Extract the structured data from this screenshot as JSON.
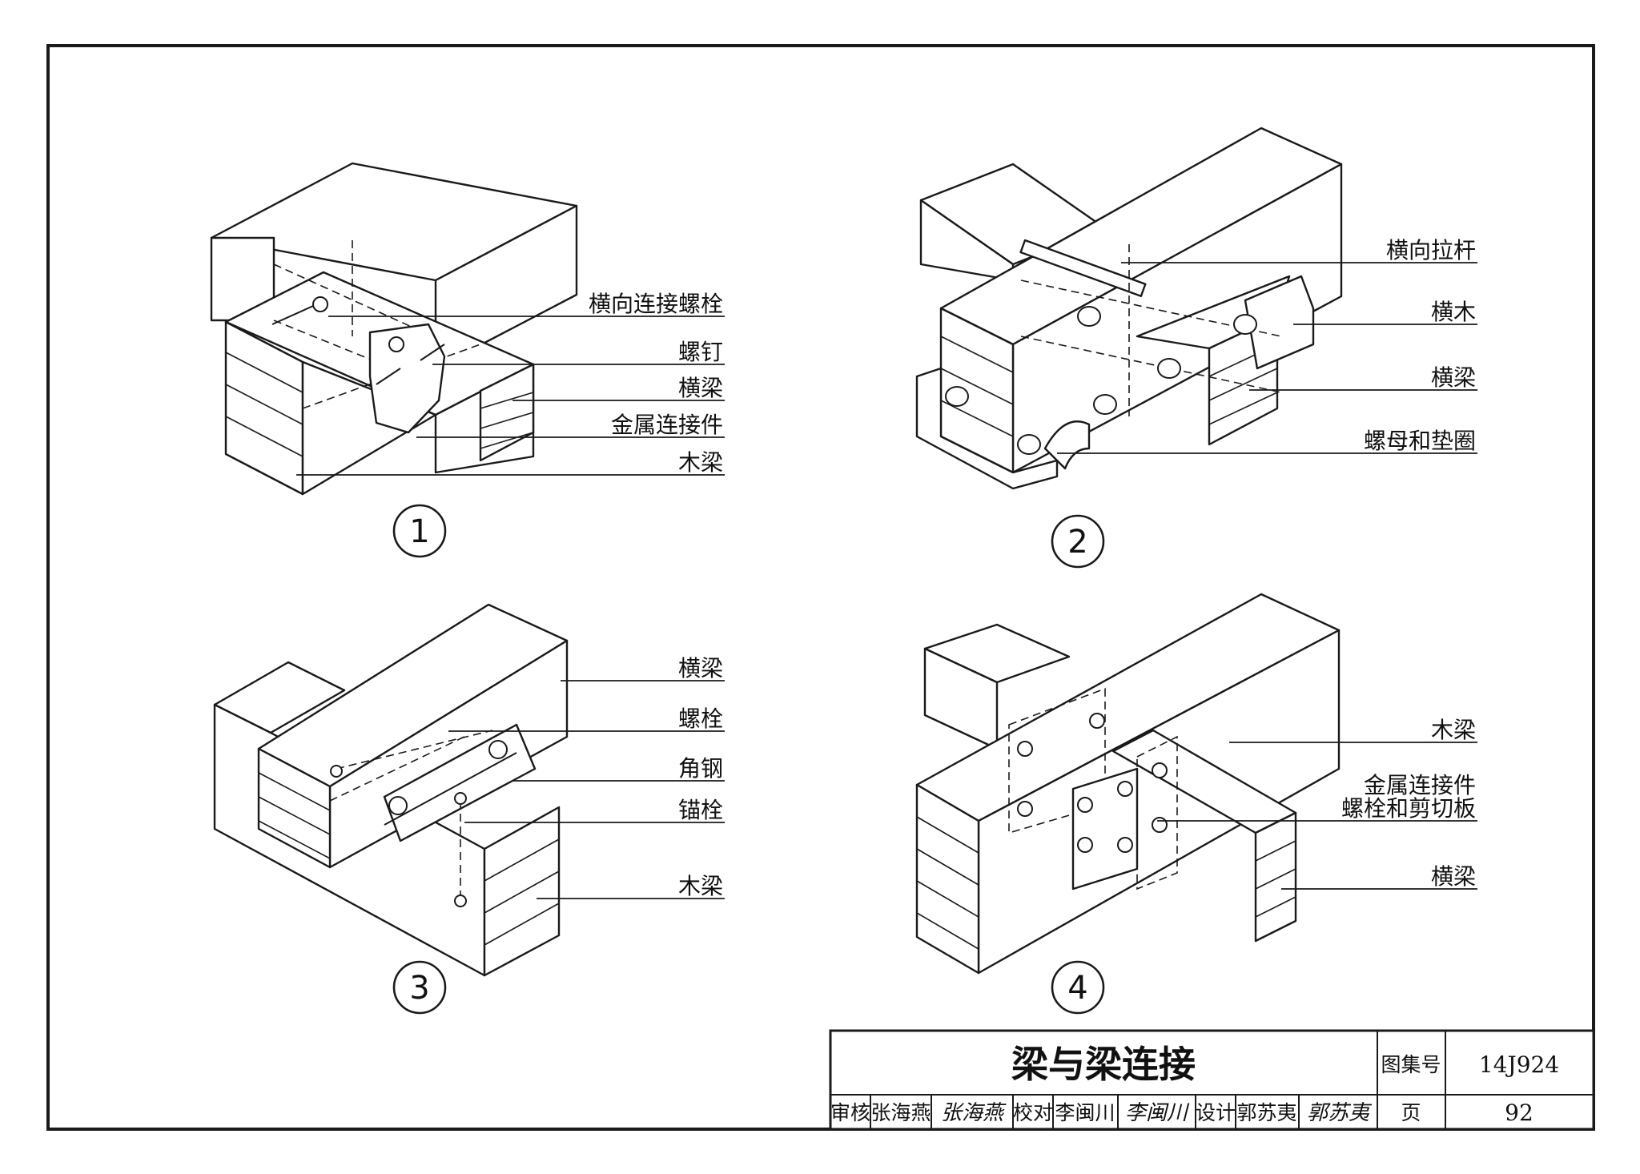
{
  "detail_1": {
    "number": "1",
    "labels": [
      "横向连接螺栓",
      "螺钉",
      "横梁",
      "金属连接件",
      "木梁"
    ]
  },
  "detail_2": {
    "number": "2",
    "labels": [
      "横向拉杆",
      "横木",
      "横梁",
      "螺母和垫圈"
    ]
  },
  "detail_3": {
    "number": "3",
    "labels": [
      "横梁",
      "螺栓",
      "角钢",
      "锚栓",
      "木梁"
    ]
  },
  "detail_4": {
    "number": "4",
    "labels": [
      "木梁",
      "金属连接件",
      "螺栓和剪切板",
      "横梁"
    ]
  },
  "title_block": {
    "title": "梁与梁连接",
    "atlas_no_label": "图集号",
    "atlas_no": "14J924",
    "page_label": "页",
    "page": "92",
    "review_label": "审核",
    "reviewer": "张海燕",
    "reviewer_signature": "张海燕",
    "check_label": "校对",
    "checker": "李闽川",
    "checker_signature": "李闽川",
    "design_label": "设计",
    "designer": "郭苏夷",
    "designer_signature": "郭苏夷"
  },
  "colors": {
    "line": "#1a1a1a",
    "paper": "#ffffff"
  }
}
